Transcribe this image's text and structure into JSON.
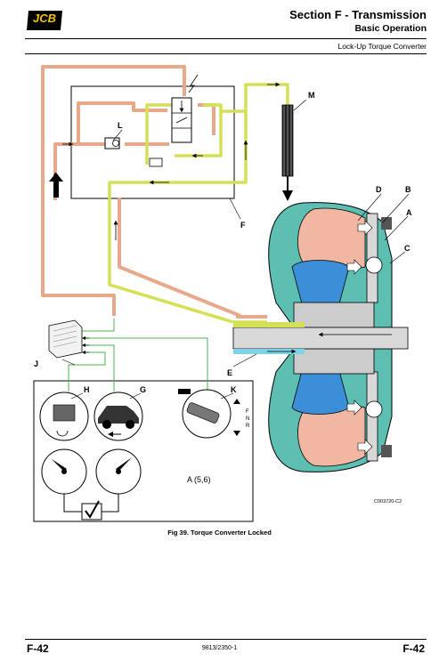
{
  "header": {
    "logo_text": "JCB",
    "section_title": "Section F - Transmission",
    "section_subtitle": "Basic Operation",
    "topic": "Lock-Up Torque Converter"
  },
  "labels": {
    "A": "A",
    "B": "B",
    "C": "C",
    "D": "D",
    "E": "E",
    "F": "F",
    "G": "G",
    "H": "H",
    "J": "J",
    "K": "K",
    "L": "L",
    "M": "M"
  },
  "selector_positions": [
    "F",
    "N",
    "R"
  ],
  "reference_text": "A (5,6)",
  "image_code": "C003720-C2",
  "caption": "Fig 39. Torque Converter Locked",
  "footer": {
    "page_left": "F-42",
    "doc_number": "9813/2350-1",
    "page_right": "F-42"
  },
  "colors": {
    "line_pressure": "#e8a98b",
    "lockup_oil": "#d4e157",
    "housing": "#5cbfb1",
    "stator": "#3b8fd8",
    "impeller": "#f1b7a3",
    "signal_wire": "#4caf50",
    "return_oil": "#7fd3e6",
    "shaft": "#d9d9d9"
  }
}
